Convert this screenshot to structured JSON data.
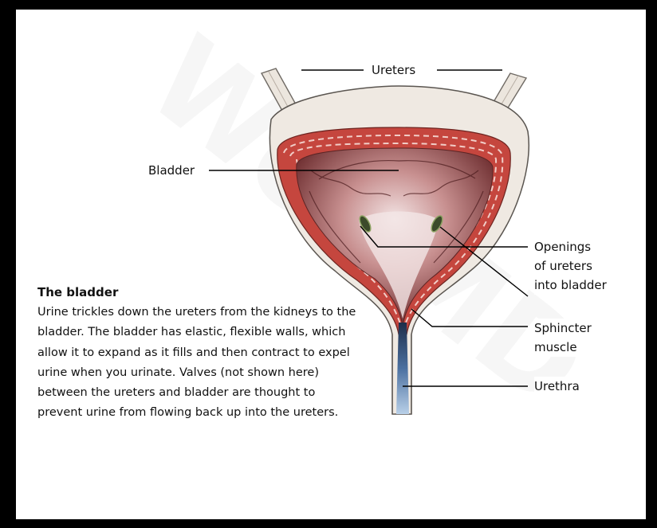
{
  "labels": {
    "ureters": "Ureters",
    "bladder": "Bladder",
    "openings": [
      "Openings",
      "of ureters",
      "into bladder"
    ],
    "sphincter": [
      "Sphincter",
      "muscle"
    ],
    "urethra": "Urethra"
  },
  "description": {
    "title": "The bladder",
    "body": "Urine trickles down the ureters from the kidneys to the bladder. The bladder has elastic, flexible walls, which allow it to expand as it fills and then contract to expel urine when you urinate. Valves (not shown here) between the ureters and bladder are thought to prevent urine from flowing back up into the ureters."
  },
  "watermark": "WebMD",
  "colors": {
    "muscle": "#c8403a",
    "wall": "#f2ece6",
    "interior": "#7a3a3a",
    "urethra_fluid": "#5a80b0"
  }
}
